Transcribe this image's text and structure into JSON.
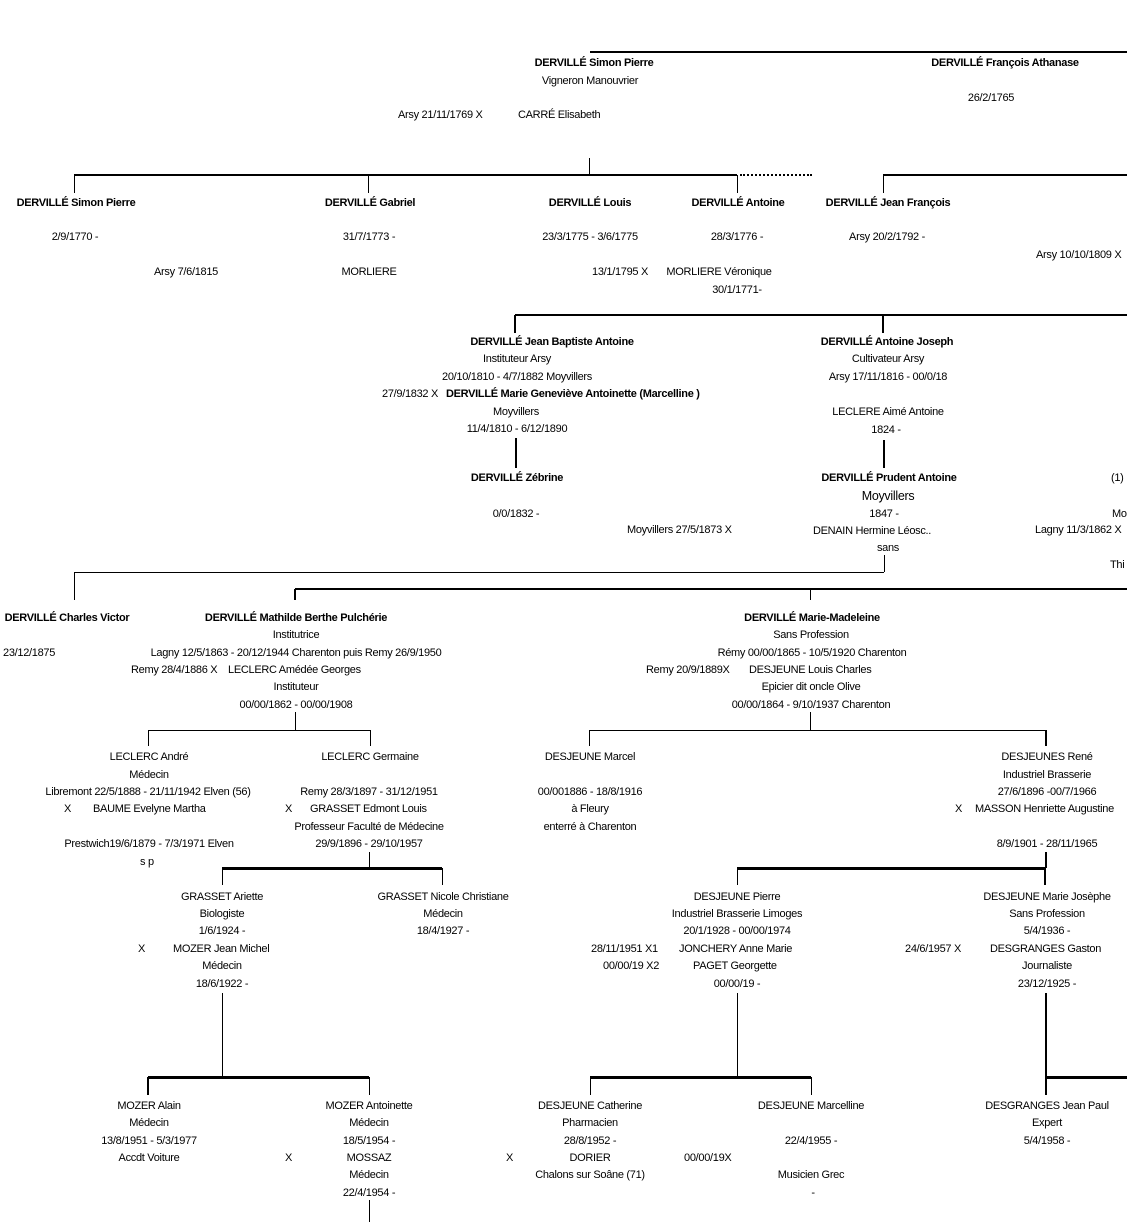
{
  "g1": {
    "simon_pierre": {
      "name": "DERVILLÉ Simon Pierre",
      "job": "Vigneron Manouvrier",
      "marriage": "Arsy 21/11/1769 X",
      "spouse": "CARRÉ Elisabeth"
    },
    "francois_athanase": {
      "name": "DERVILLÉ François Athanase",
      "dates": "26/2/1765"
    }
  },
  "g2": {
    "simon_pierre": {
      "name": "DERVILLÉ Simon Pierre",
      "dates": "2/9/1770 -",
      "marriage": "Arsy 7/6/1815"
    },
    "gabriel": {
      "name": "DERVILLÉ Gabriel",
      "dates": "31/7/1773 -",
      "spouse": "MORLIERE"
    },
    "louis": {
      "name": "DERVILLÉ Louis",
      "dates": "23/3/1775 - 3/6/1775",
      "marriage": "13/1/1795 X"
    },
    "antoine": {
      "name": "DERVILLÉ Antoine",
      "dates": "28/3/1776 -",
      "spouse": "MORLIERE Véronique",
      "spouse_dates": "30/1/1771-"
    },
    "jean_francois": {
      "name": "DERVILLÉ Jean François",
      "dates": "Arsy 20/2/1792 -",
      "marriage": "Arsy 10/10/1809 X"
    }
  },
  "g3": {
    "jean_baptiste": {
      "name": "DERVILLÉ Jean Baptiste Antoine",
      "job": "Instituteur Arsy",
      "dates": "20/10/1810 - 4/7/1882 Moyvillers",
      "marriage": "27/9/1832 X",
      "spouse": "DERVILLÉ Marie Geneviève Antoinette (Marcelline )",
      "spouse_place": "Moyvillers",
      "spouse_dates": "11/4/1810 - 6/12/1890"
    },
    "antoine_joseph": {
      "name": "DERVILLÉ Antoine Joseph",
      "job": "Cultivateur Arsy",
      "dates": "Arsy 17/11/1816 - 00/0/18",
      "spouse": "LECLERE Aimé Antoine",
      "spouse_dates": "1824 -"
    },
    "right_partial": {
      "note": "(1)",
      "place": "Mo",
      "marriage": "Lagny 11/3/1862 X",
      "other": "Thi"
    }
  },
  "g4": {
    "zebrine": {
      "name": "DERVILLÉ Zébrine",
      "dates": "0/0/1832 -",
      "marriage": "Moyvillers 27/5/1873 X"
    },
    "prudent_antoine": {
      "name": "DERVILLÉ Prudent Antoine",
      "place": "Moyvillers",
      "dates": "1847 -",
      "spouse": "DENAIN Hermine Léosc..",
      "note": "sans"
    }
  },
  "g5": {
    "charles_victor": {
      "name": "DERVILLÉ Charles Victor",
      "dates": "23/12/1875"
    },
    "mathilde": {
      "name": "DERVILLÉ Mathilde Berthe Pulchérie",
      "job": "Institutrice",
      "dates": "Lagny 12/5/1863 - 20/12/1944 Charenton puis Remy 26/9/1950",
      "marriage": "Remy 28/4/1886 X",
      "spouse": "LECLERC Amédée Georges",
      "spouse_job": "Instituteur",
      "spouse_dates": "00/00/1862 - 00/00/1908"
    },
    "marie_madeleine": {
      "name": "DERVILLÉ Marie-Madeleine",
      "job": "Sans Profession",
      "dates": "Rémy 00/00/1865 - 10/5/1920 Charenton",
      "marriage": "Remy 20/9/1889X",
      "spouse": "DESJEUNE Louis Charles",
      "spouse_job": "Epicier dit oncle Olive",
      "spouse_dates": "00/00/1864 - 9/10/1937 Charenton"
    }
  },
  "g6": {
    "andre": {
      "name": "LECLERC André",
      "job": "Médecin",
      "dates": "Libremont 22/5/1888 - 21/11/1942 Elven (56)",
      "marriage": "X",
      "spouse": "BAUME Evelyne Martha",
      "spouse_dates": "Prestwich19/6/1879 - 7/3/1971 Elven",
      "note": "s p"
    },
    "germaine": {
      "name": "LECLERC Germaine",
      "dates": "Remy 28/3/1897 - 31/12/1951",
      "marriage": "X",
      "spouse": "GRASSET Edmont Louis",
      "spouse_job": "Professeur Faculté de Médecine",
      "spouse_dates": "29/9/1896 - 29/10/1957"
    },
    "marcel": {
      "name": "DESJEUNE Marcel",
      "dates": "00/001886 - 18/8/1916",
      "death_place": "à Fleury",
      "burial": "enterré à Charenton"
    },
    "rene": {
      "name": "DESJEUNES René",
      "job": "Industriel Brasserie",
      "dates": "27/6/1896 -00/7/1966",
      "marriage": "X",
      "spouse": "MASSON Henriette Augustine",
      "spouse_dates": "8/9/1901 - 28/11/1965"
    }
  },
  "g7": {
    "ariette": {
      "name": "GRASSET Ariette",
      "job": "Biologiste",
      "dates": "1/6/1924 -",
      "marriage": "X",
      "spouse": "MOZER Jean Michel",
      "spouse_job": "Médecin",
      "spouse_dates": "18/6/1922 -"
    },
    "nicole": {
      "name": "GRASSET Nicole Christiane",
      "job": "Médecin",
      "dates": "18/4/1927 -"
    },
    "pierre": {
      "name": "DESJEUNE Pierre",
      "job": "Industriel Brasserie Limoges",
      "dates": "20/1/1928 - 00/00/1974",
      "marriage1": "28/11/1951 X1",
      "spouse1": "JONCHERY Anne Marie",
      "marriage2": "00/00/19 X2",
      "spouse2": "PAGET Georgette",
      "spouse2_dates": "00/00/19 -"
    },
    "marie_josephe": {
      "name": "DESJEUNE Marie Josèphe",
      "job": "Sans Profession",
      "dates": "5/4/1936 -",
      "marriage": "24/6/1957 X",
      "spouse": "DESGRANGES Gaston",
      "spouse_job": "Journaliste",
      "spouse_dates": "23/12/1925 -"
    }
  },
  "g8": {
    "alain": {
      "name": "MOZER Alain",
      "job": "Médecin",
      "dates": "13/8/1951 - 5/3/1977",
      "note": "Accdt Voiture"
    },
    "antoinette": {
      "name": "MOZER  Antoinette",
      "job": "Médecin",
      "dates": "18/5/1954 -",
      "marriage": "X",
      "spouse": "MOSSAZ",
      "spouse_job": "Médecin",
      "spouse_dates": "22/4/1954 -"
    },
    "catherine": {
      "name": "DESJEUNE Catherine",
      "job": "Pharmacien",
      "dates": "28/8/1952 -",
      "marriage": "X",
      "spouse": "DORIER",
      "spouse_place": "Chalons sur Soâne (71)"
    },
    "marcelline": {
      "name": "DESJEUNE Marcelline",
      "dates": "22/4/1955 -",
      "marriage": "00/00/19X",
      "spouse_job": "Musicien Grec",
      "spouse_dates": "-"
    },
    "jean_paul": {
      "name": "DESGRANGES Jean Paul",
      "job": "Expert",
      "dates": "5/4/1958 -"
    }
  }
}
